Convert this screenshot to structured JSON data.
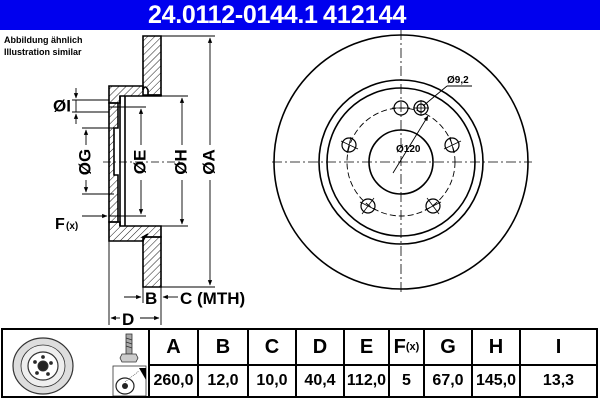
{
  "header": {
    "part_number": "24.0112-0144.1",
    "reference": "412144",
    "background_color": "#0000ee"
  },
  "note": {
    "line1": "Abbildung ähnlich",
    "line2": "Illustration similar"
  },
  "side_view_labels": {
    "I": "ØI",
    "G": "ØG",
    "E": "ØE",
    "H": "ØH",
    "A": "ØA",
    "F": "F",
    "F_suffix": "(x)",
    "B": "B",
    "C": "C (MTH)",
    "D": "D"
  },
  "front_view_labels": {
    "hole_diameter": "Ø9,2",
    "pitch_circle": "Ø120"
  },
  "table": {
    "icons": [
      "brake-disc-thumbnail",
      "bolt-icon",
      "spray-cleaner-icon"
    ],
    "columns": [
      {
        "key": "A",
        "label": "A",
        "value": "260,0"
      },
      {
        "key": "B",
        "label": "B",
        "value": "12,0"
      },
      {
        "key": "C",
        "label": "C",
        "value": "10,0"
      },
      {
        "key": "D",
        "label": "D",
        "value": "40,4"
      },
      {
        "key": "E",
        "label": "E",
        "value": "112,0"
      },
      {
        "key": "F",
        "label": "F",
        "label_suffix": "(x)",
        "value": "5"
      },
      {
        "key": "G",
        "label": "G",
        "value": "67,0"
      },
      {
        "key": "H",
        "label": "H",
        "value": "145,0"
      },
      {
        "key": "I",
        "label": "I",
        "value": "13,3"
      }
    ]
  }
}
